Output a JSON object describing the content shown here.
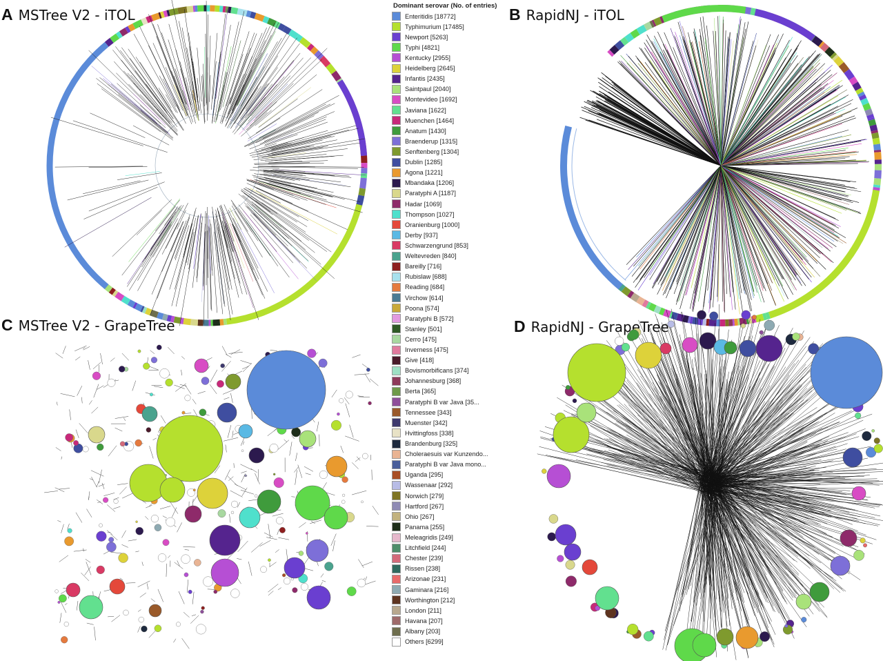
{
  "panels": {
    "a": {
      "letter": "A",
      "title": "MSTree V2 - iTOL"
    },
    "b": {
      "letter": "B",
      "title": "RapidNJ - iTOL"
    },
    "c": {
      "letter": "C",
      "title": "MSTree V2 - GrapeTree"
    },
    "d": {
      "letter": "D",
      "title": "RapidNJ - GrapeTree"
    }
  },
  "legend": {
    "title": "Dominant serovar (No. of entries)",
    "items": [
      {
        "label": "Enteritidis [18772]",
        "color": "#5b8bd9"
      },
      {
        "label": "Typhimurium [17485]",
        "color": "#b5e02e"
      },
      {
        "label": "Newport [5263]",
        "color": "#6a3fd0"
      },
      {
        "label": "Typhi [4821]",
        "color": "#5fd94a"
      },
      {
        "label": "Kentucky [2955]",
        "color": "#b64fd4"
      },
      {
        "label": "Heidelberg [2645]",
        "color": "#ddd23a"
      },
      {
        "label": "Infantis [2435]",
        "color": "#55248e"
      },
      {
        "label": "Saintpaul [2040]",
        "color": "#a9e27a"
      },
      {
        "label": "Montevideo [1692]",
        "color": "#d84cc4"
      },
      {
        "label": "Javiana [1622]",
        "color": "#62e08f"
      },
      {
        "label": "Muenchen [1464]",
        "color": "#c8297a"
      },
      {
        "label": "Anatum [1430]",
        "color": "#3f9b3c"
      },
      {
        "label": "Braenderup [1315]",
        "color": "#7d6fd8"
      },
      {
        "label": "Senftenberg [1304]",
        "color": "#7f9a2e"
      },
      {
        "label": "Dublin [1285]",
        "color": "#3f4ea0"
      },
      {
        "label": "Agona [1221]",
        "color": "#e99a2e"
      },
      {
        "label": "Mbandaka [1206]",
        "color": "#2c1a4e"
      },
      {
        "label": "Paratyphi A [1187]",
        "color": "#d9d88c"
      },
      {
        "label": "Hadar [1069]",
        "color": "#8e2a6a"
      },
      {
        "label": "Thompson [1027]",
        "color": "#4fe0cc"
      },
      {
        "label": "Oranienburg [1000]",
        "color": "#e4483a"
      },
      {
        "label": "Derby [937]",
        "color": "#5ab9e4"
      },
      {
        "label": "Schwarzengrund [853]",
        "color": "#d93a64"
      },
      {
        "label": "Weltevreden [840]",
        "color": "#4aa38e"
      },
      {
        "label": "Bareilly [716]",
        "color": "#8e1f1f"
      },
      {
        "label": "Rubislaw [688]",
        "color": "#a8e1ee"
      },
      {
        "label": "Reading [684]",
        "color": "#e57a3e"
      },
      {
        "label": "Virchow [614]",
        "color": "#4a7b94"
      },
      {
        "label": "Poona [574]",
        "color": "#c9a93a"
      },
      {
        "label": "Paratyphi B [572]",
        "color": "#e29ae0"
      },
      {
        "label": "Stanley [501]",
        "color": "#2f5a26"
      },
      {
        "label": "Cerro [475]",
        "color": "#a8d8a0"
      },
      {
        "label": "Inverness [475]",
        "color": "#e07a9e"
      },
      {
        "label": "Give [418]",
        "color": "#4a1a2a"
      },
      {
        "label": "Bovismorbificans [374]",
        "color": "#9ee0c4"
      },
      {
        "label": "Johannesburg [368]",
        "color": "#8e3a5a"
      },
      {
        "label": "Berta [365]",
        "color": "#6e9a4a"
      },
      {
        "label": "Paratyphi B var Java [35...",
        "color": "#8e4e9a"
      },
      {
        "label": "Tennessee [343]",
        "color": "#9a5a2a"
      },
      {
        "label": "Muenster [342]",
        "color": "#3e3a6e"
      },
      {
        "label": "Hvittingfoss [338]",
        "color": "#e8e2c6"
      },
      {
        "label": "Brandenburg [325]",
        "color": "#1e2a3e"
      },
      {
        "label": "Choleraesuis var Kunzendo...",
        "color": "#e9b494"
      },
      {
        "label": "Paratyphi B var Java mono...",
        "color": "#4a5e9a"
      },
      {
        "label": "Uganda [295]",
        "color": "#a84e24"
      },
      {
        "label": "Wassenaar [292]",
        "color": "#b8bce6"
      },
      {
        "label": "Norwich [279]",
        "color": "#7e7424"
      },
      {
        "label": "Hartford [267]",
        "color": "#8e8ab4"
      },
      {
        "label": "Ohio [267]",
        "color": "#c2b27e"
      },
      {
        "label": "Panama [255]",
        "color": "#1e2e1a"
      },
      {
        "label": "Meleagridis [249]",
        "color": "#e6b8cc"
      },
      {
        "label": "Litchfield [244]",
        "color": "#4e8e6a"
      },
      {
        "label": "Chester [239]",
        "color": "#d46a7a"
      },
      {
        "label": "Rissen [238]",
        "color": "#2e6a5e"
      },
      {
        "label": "Arizonae [231]",
        "color": "#e86a6a"
      },
      {
        "label": "Gaminara [216]",
        "color": "#8eaab2"
      },
      {
        "label": "Worthington [212]",
        "color": "#5e3420"
      },
      {
        "label": "London [211]",
        "color": "#b8a88e"
      },
      {
        "label": "Havana [207]",
        "color": "#9e6a6a"
      },
      {
        "label": "Albany [203]",
        "color": "#6e6e4e"
      },
      {
        "label": "Others [6299]",
        "color": "#ffffff"
      }
    ]
  }
}
